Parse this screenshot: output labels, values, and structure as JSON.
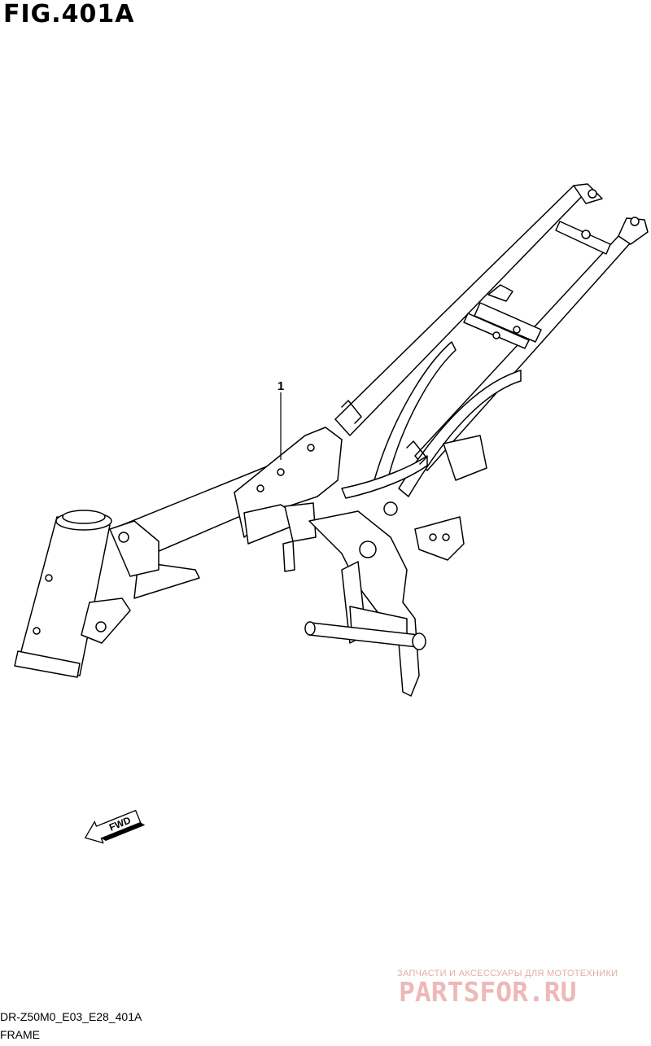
{
  "figure": {
    "title": "FIG.401A",
    "code": "DR-Z50M0_E03_E28_401A",
    "caption": "FRAME"
  },
  "callouts": [
    {
      "number": "1",
      "part": "frame"
    }
  ],
  "direction_badge": {
    "label": "FWD",
    "icon": "fwd-arrow-icon"
  },
  "watermark": {
    "tagline": "ЗАПЧАСТИ И АКСЕССУАРЫ ДЛЯ МОТОТЕХНИКИ",
    "brand": "PARTSFOR.RU",
    "color": "#e8a0a0"
  }
}
